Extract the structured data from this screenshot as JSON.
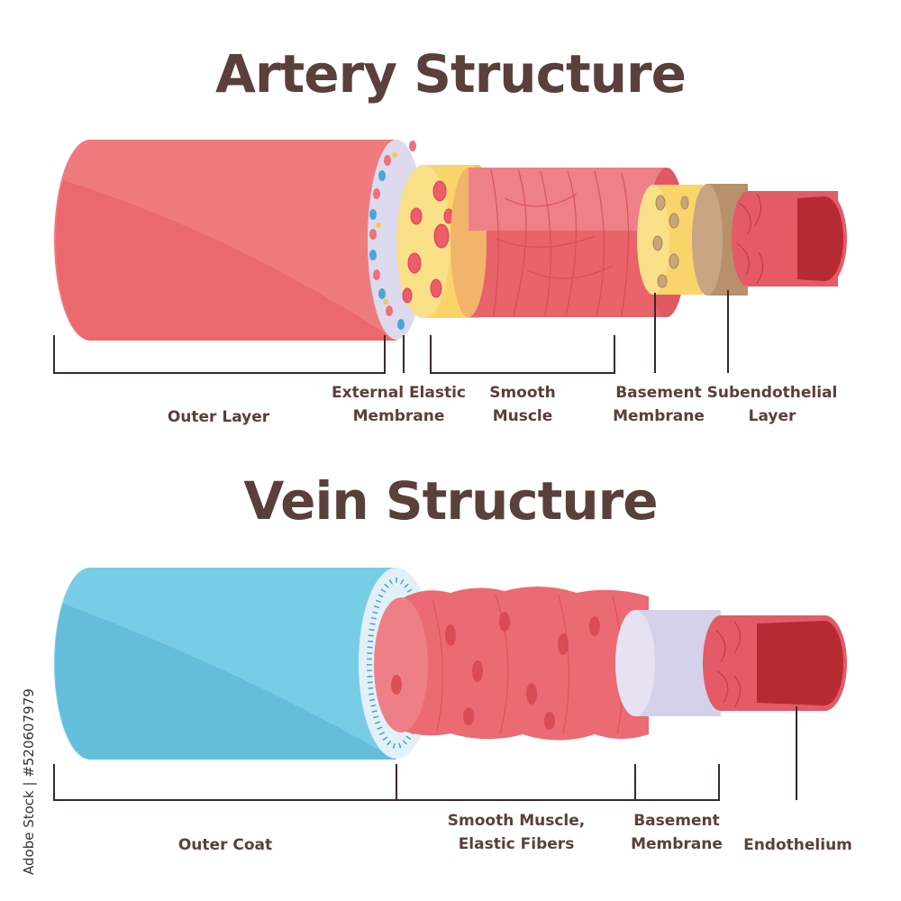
{
  "artery": {
    "title": "Artery Structure",
    "labels": {
      "outer_layer": "Outer Layer",
      "external_elastic_1": "External Elastic",
      "external_elastic_2": "Membrane",
      "smooth_muscle_1": "Smooth",
      "smooth_muscle_2": "Muscle",
      "basement_1": "Basement",
      "basement_2": "Membrane",
      "subendothelial_1": "Subendothelial",
      "subendothelial_2": "Layer"
    }
  },
  "vein": {
    "title": "Vein Structure",
    "labels": {
      "outer_coat": "Outer Coat",
      "smooth_muscle_1": "Smooth Muscle,",
      "smooth_muscle_2": "Elastic Fibers",
      "basement_1": "Basement",
      "basement_2": "Membrane",
      "endothelium": "Endothelium"
    }
  },
  "watermark_id": "Adobe Stock | #520607979",
  "colors": {
    "title_text": "#5a3f3b",
    "artery_outer": "#ef7b7e",
    "artery_outer_shade": "#e55a60",
    "yellow_layer": "#f9d46b",
    "membrane_lilac": "#ddd9ee",
    "vein_outer": "#78cde6",
    "vein_outer_shade": "#5bb6d5",
    "lumen": "#b52a33",
    "tan_layer": "#c49e7c"
  },
  "icons": [
    "artery-cross-section-illustration",
    "vein-cross-section-illustration"
  ]
}
